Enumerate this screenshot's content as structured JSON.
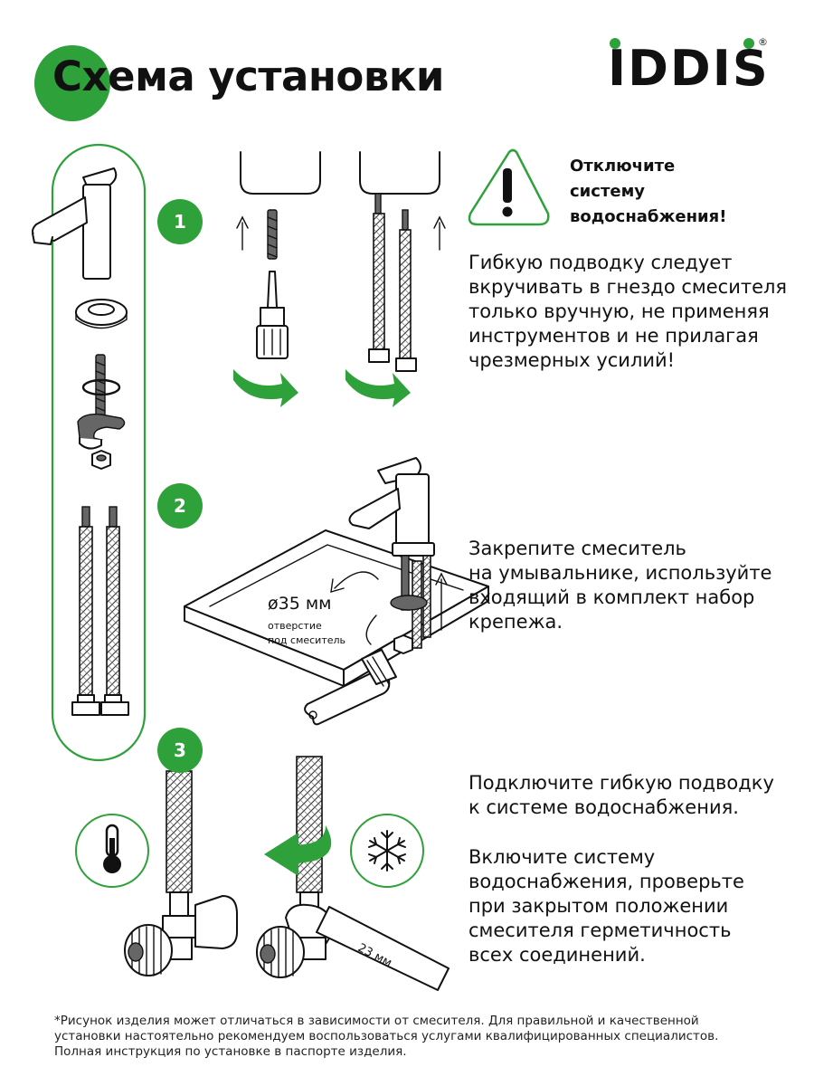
{
  "header": {
    "title": "Схема установки",
    "logo_text": "IDDIS",
    "logo_reg": "®"
  },
  "colors": {
    "accent": "#2ea13b",
    "text": "#111111"
  },
  "steps": [
    {
      "number": "1"
    },
    {
      "number": "2"
    },
    {
      "number": "3"
    }
  ],
  "warning": {
    "icon": "warning-triangle-icon",
    "lines": [
      "Отключите",
      "систему",
      "водоснабжения!"
    ]
  },
  "step1": {
    "lines": [
      "Гибкую подводку следует",
      "вкручивать в гнездо смесителя",
      "только вручную, не применяя",
      "инструментов и не прилагая",
      "чрезмерных усилий!"
    ]
  },
  "step2": {
    "lines": [
      "Закрепите смеситель",
      "на умывальнике, используйте",
      "входящий в комплект набор",
      "крепежа."
    ],
    "dimension": "ø35 мм",
    "dimension_note": [
      "отверстие",
      "под смеситель"
    ]
  },
  "step3": {
    "para1": [
      "Подключите гибкую подводку",
      "к системе водоснабжения."
    ],
    "para2": [
      "Включите систему",
      "водоснабжения, проверьте",
      "при закрытом положении",
      "смесителя герметичность",
      "всех соединений."
    ],
    "wrench_size": "23 мм",
    "hot_icon": "thermometer-icon",
    "cold_icon": "snowflake-icon"
  },
  "footnote": {
    "lines": [
      "*Рисунок изделия может отличаться в зависимости от смесителя. Для правильной и качественной",
      "установки настоятельно рекомендуем воспользоваться услугами квалифицированных специалистов.",
      "Полная инструкция по установке в паспорте изделия."
    ]
  }
}
